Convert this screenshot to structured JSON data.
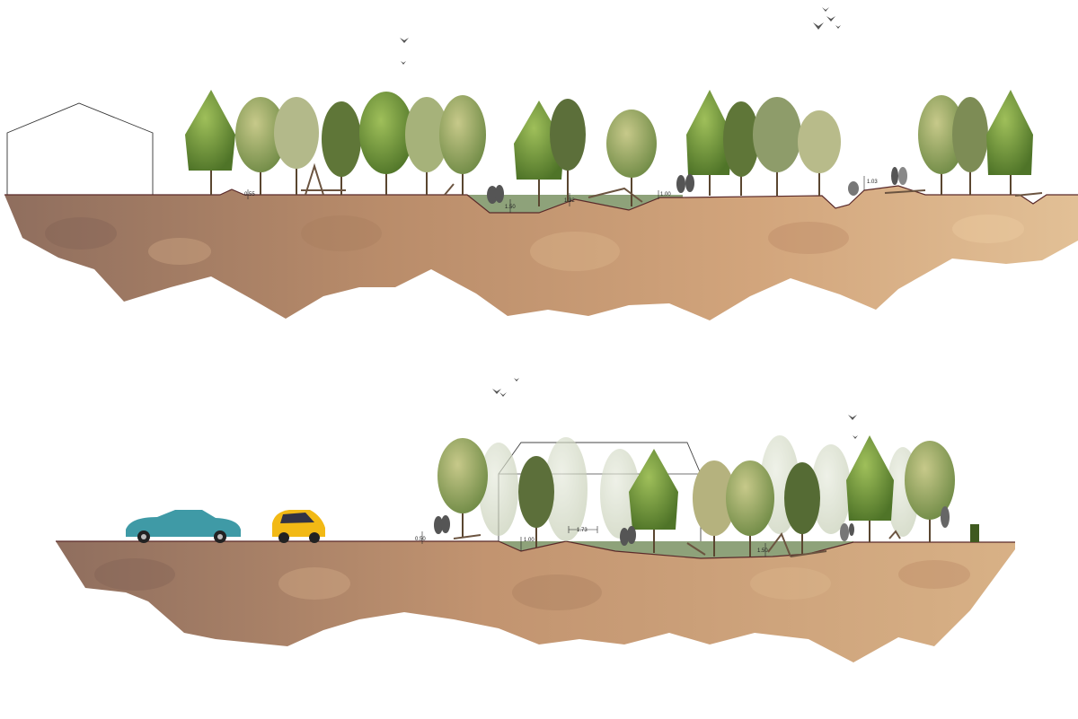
{
  "section_top": {
    "dimensions": [
      "0.55",
      "1.50",
      "1.32",
      "1.00",
      "1.03"
    ]
  },
  "section_bottom": {
    "dimensions": [
      "0.50",
      "1.00",
      "1.73",
      "1.50"
    ]
  },
  "colors": {
    "soil_dark": "#9b7560",
    "soil_mid": "#c4946e",
    "soil_light": "#dcb48a",
    "grass": "#8fa37a",
    "tree_dark": "#5f7f35",
    "tree_light": "#a9b86d",
    "car_teal": "#3f9aa6",
    "car_yellow": "#f2b915"
  }
}
